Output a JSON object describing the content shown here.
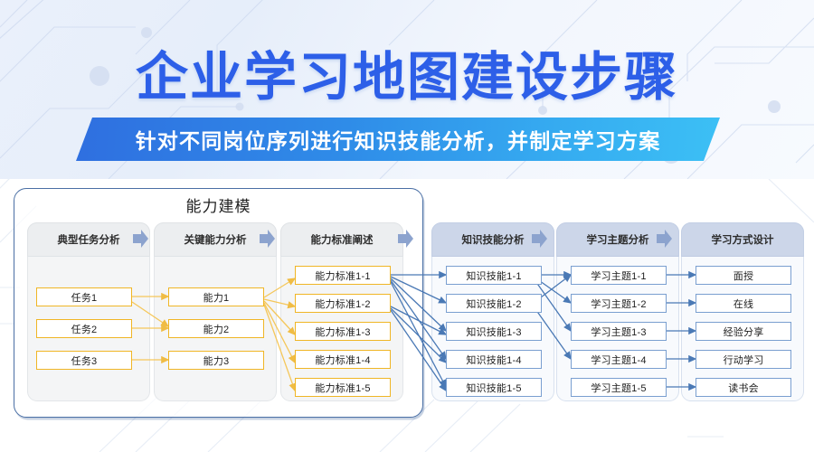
{
  "header": {
    "title": "企业学习地图建设步骤",
    "banner": "针对不同岗位序列进行知识技能分析，并制定学习方案",
    "title_color": "#2d5fe8",
    "banner_gradient_start": "#2f6fe0",
    "banner_gradient_end": "#3cc0f5"
  },
  "diagram": {
    "model_group_title": "能力建模",
    "columns": [
      {
        "header": "典型任务分析",
        "style": "gray",
        "nodes": [
          "任务1",
          "任务2",
          "任务3"
        ]
      },
      {
        "header": "关键能力分析",
        "style": "gray",
        "nodes": [
          "能力1",
          "能力2",
          "能力3"
        ]
      },
      {
        "header": "能力标准阐述",
        "style": "gray",
        "nodes": [
          "能力标准1-1",
          "能力标准1-2",
          "能力标准1-3",
          "能力标准1-4",
          "能力标准1-5"
        ]
      },
      {
        "header": "知识技能分析",
        "style": "blue",
        "nodes": [
          "知识技能1-1",
          "知识技能1-2",
          "知识技能1-3",
          "知识技能1-4",
          "知识技能1-5"
        ]
      },
      {
        "header": "学习主题分析",
        "style": "blue",
        "nodes": [
          "学习主题1-1",
          "学习主题1-2",
          "学习主题1-3",
          "学习主题1-4",
          "学习主题1-5"
        ]
      },
      {
        "header": "学习方式设计",
        "style": "blue",
        "nodes": [
          "面授",
          "在线",
          "经验分享",
          "行动学习",
          "读书会"
        ]
      }
    ],
    "node_border_yellow": "#f0b626",
    "node_border_blue": "#7a9fd0",
    "link_color_yellow": "#f5c75a",
    "link_color_blue": "#4a79b5",
    "step_arrow_color": "#8ca3ce"
  }
}
